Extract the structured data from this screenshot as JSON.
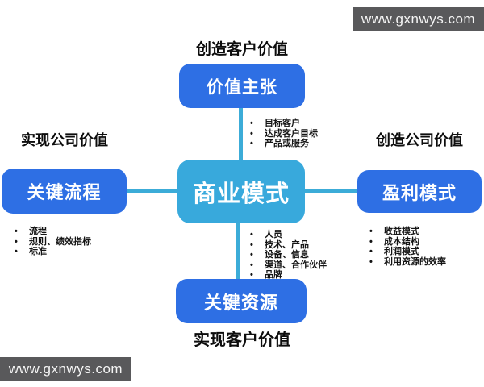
{
  "watermark": {
    "text": "www.gxnwys.com"
  },
  "colors": {
    "outer_box_blue": "#2e6fe4",
    "center_box_blue": "#38a9dc",
    "connector_cyan": "#3cacd8",
    "watermark_gray": "#59595b",
    "label_black": "#0d0d0d"
  },
  "diagram": {
    "center": {
      "box_label": "商业模式"
    },
    "top": {
      "outer_label": "创造客户价值",
      "box_label": "价值主张",
      "bullets": [
        "目标客户",
        "达成客户目标",
        "产品或服务"
      ]
    },
    "left": {
      "outer_label": "实现公司价值",
      "box_label": "关键流程",
      "bullets": [
        "流程",
        "规则、绩效指标",
        "标准"
      ]
    },
    "right": {
      "outer_label": "创造公司价值",
      "box_label": "盈利模式",
      "bullets": [
        "收益模式",
        "成本结构",
        "利润模式",
        "利用资源的效率"
      ]
    },
    "bottom": {
      "outer_label": "实现客户价值",
      "box_label": "关键资源",
      "bullets": [
        "人员",
        "技术、产品",
        "设备、信息",
        "渠道、合作伙伴",
        "品牌"
      ]
    }
  }
}
